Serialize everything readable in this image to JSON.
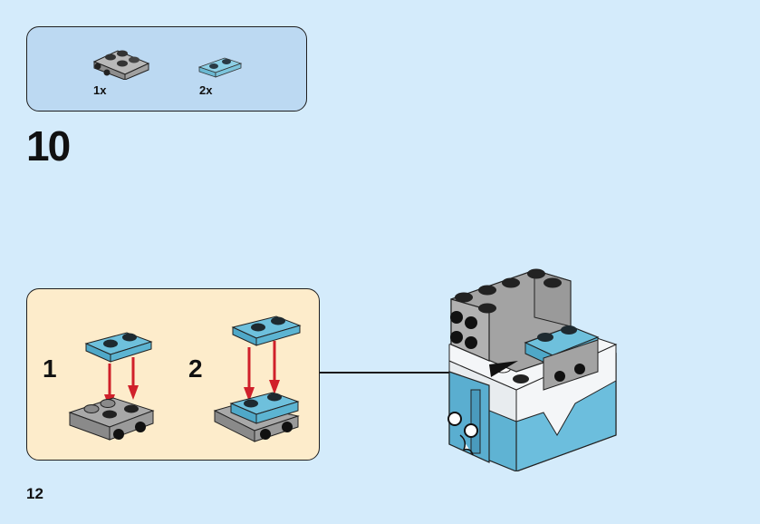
{
  "page": {
    "step_number": "10",
    "page_number": "12",
    "background_color": "#d4ebfb"
  },
  "parts_list": {
    "background_color": "#bcd9f2",
    "items": [
      {
        "name": "plate 2x2 with studs on side",
        "color": "light-bluish-gray",
        "hex": "#a0a0a0",
        "quantity": "1x"
      },
      {
        "name": "plate 1x2",
        "color": "medium-azure",
        "hex": "#6ec0dc",
        "quantity": "2x"
      }
    ]
  },
  "substeps": {
    "background_color": "#fdeccb",
    "items": [
      {
        "label": "1",
        "description": "attach blue 1x2 plate onto gray bracket plate"
      },
      {
        "label": "2",
        "description": "attach second blue 1x2 plate on top"
      }
    ],
    "arrow_color": "#d0202a"
  },
  "model": {
    "colors": {
      "gray": "#a3a3a3",
      "blue": "#5fb3d3",
      "white": "#f4f6f8",
      "stud_dark": "#1a1a1a"
    }
  }
}
